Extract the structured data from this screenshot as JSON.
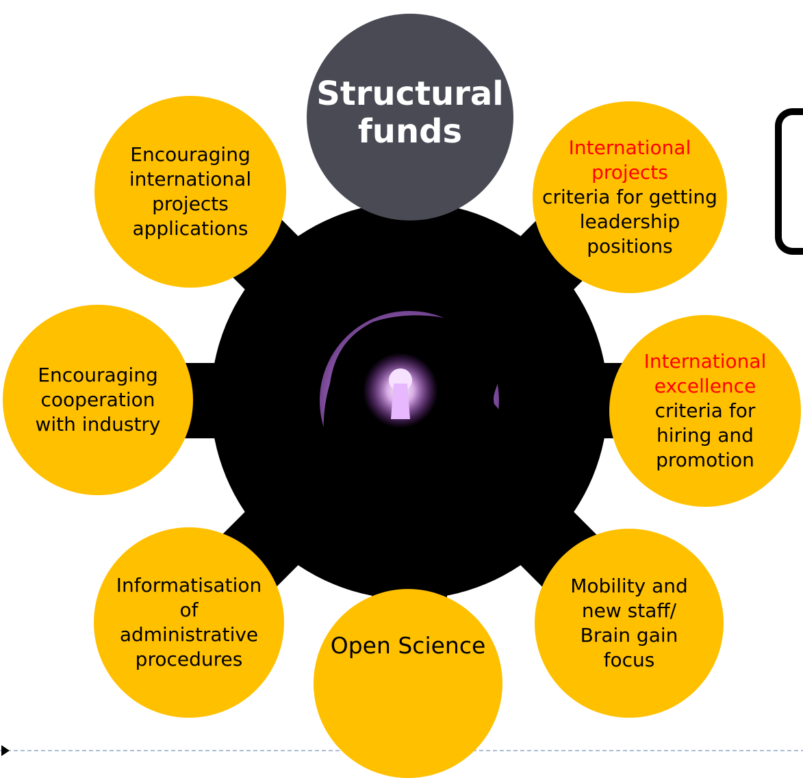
{
  "diagram": {
    "center": {
      "label": "Structural funds",
      "lines": [
        "Structural",
        "funds"
      ]
    },
    "nodes": [
      {
        "id": "tl",
        "lines": [
          "Encouraging",
          "international",
          "projects",
          "applications"
        ]
      },
      {
        "id": "tr",
        "highlight": [
          "International",
          "projects"
        ],
        "lines": [
          "criteria for getting",
          "leadership",
          "positions"
        ]
      },
      {
        "id": "l",
        "lines": [
          "Encouraging",
          "cooperation",
          "with industry"
        ]
      },
      {
        "id": "r",
        "highlight": [
          "International",
          "excellence"
        ],
        "lines": [
          "criteria for",
          "hiring and",
          "promotion"
        ]
      },
      {
        "id": "bl",
        "lines": [
          "Informatisation",
          "of",
          "administrative",
          "procedures"
        ]
      },
      {
        "id": "b",
        "lines": [
          "Open Science"
        ]
      },
      {
        "id": "br",
        "lines": [
          "Mobility and",
          "new staff/",
          "Brain gain",
          "focus"
        ]
      }
    ]
  },
  "colors": {
    "node_fill": "#ffc000",
    "center_fill": "#4a4a55",
    "highlight_text": "#ff0000",
    "gear": "#000000",
    "head_glow": "#a070c0",
    "dashed_line": "#8fa6c4"
  },
  "icons": [
    "gear-icon",
    "head-silhouette-icon",
    "keyhole-icon",
    "bracket-shape",
    "play-marker-icon"
  ]
}
